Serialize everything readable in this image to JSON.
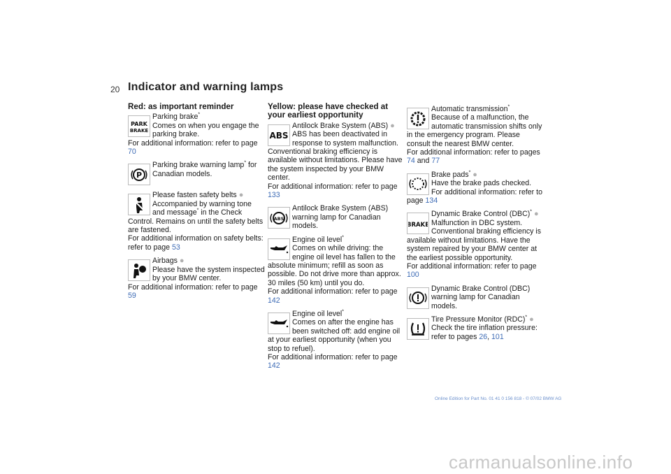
{
  "page": {
    "number": "20",
    "title": "Indicator and warning lamps"
  },
  "columns": {
    "red_heading": "Red: as important reminder",
    "yellow_heading": "Yellow: please have checked at your earliest opportunity"
  },
  "entries": {
    "parking_brake": {
      "icon": "park-brake-icon",
      "name": "Parking brake",
      "star": "*",
      "line1": "Comes on when you engage the parking brake.",
      "line2": "For additional information: refer to page",
      "page": "70"
    },
    "parking_brake_ca": {
      "icon": "circle-p-icon",
      "name": "Parking brake warning lamp",
      "star": "*",
      "text": "for Canadian models."
    },
    "seat_belts": {
      "icon": "seat-belt-icon",
      "name": "Please fasten safety belts",
      "dot": "●",
      "line1": "Accompanied by warning tone and message",
      "star": "*",
      "line2": "in the Check Control. Remains on until the safety belts are fastened.",
      "line3": "For additional information on safety belts: refer to page",
      "page": "53"
    },
    "airbags": {
      "icon": "airbag-icon",
      "name": "Airbags",
      "dot": "●",
      "line1": "Please have the system inspected by your BMW center.",
      "line2": "For additional information: refer to page",
      "page": "59"
    },
    "abs": {
      "icon": "abs-icon",
      "name": "Antilock Brake System (ABS)",
      "dot": "●",
      "line1": "ABS has been deactivated in response to system malfunction. Conventional braking efficiency is available without limitations. Please have the system inspected by your BMW center.",
      "line2": "For additional information: refer to page",
      "page": "133"
    },
    "abs_ca": {
      "icon": "abs-circle-icon",
      "text": "Antilock Brake System (ABS) warning lamp for Canadian models."
    },
    "oil_driving": {
      "icon": "oil-can-icon",
      "name": "Engine oil level",
      "star": "*",
      "line1": "Comes on while driving: the engine oil level has fallen to the absolute minimum; refill as soon as possible. Do not drive more than approx. 30 miles (50 km) until you do.",
      "line2": "For additional information: refer to page",
      "page": "142"
    },
    "oil_off": {
      "icon": "oil-can-icon",
      "name": "Engine oil level",
      "star": "*",
      "line1": "Comes on after the engine has been switched off: add engine oil at your earliest opportunity (when you stop to refuel).",
      "line2": "For additional information: refer to page",
      "page": "142"
    },
    "transmission": {
      "icon": "gear-warning-icon",
      "name": "Automatic transmission",
      "star": "*",
      "line1": "Because of a malfunction, the automatic transmission shifts only in the emergency program. Please consult the nearest BMW center.",
      "line2": "For additional information: refer to pages",
      "page_a": "74",
      "and": "and",
      "page_b": "77"
    },
    "brake_pads": {
      "icon": "brake-pads-icon",
      "name": "Brake pads",
      "star": "*",
      "dot": "●",
      "line1": "Have the brake pads checked.",
      "line2": "For additional information: refer to page",
      "page": "134"
    },
    "dbc": {
      "icon": "brake-text-icon",
      "name": "Dynamic Brake Control (DBC)",
      "star": "*",
      "dot": "●",
      "line1": "Malfunction in DBC system. Conventional braking efficiency is available without limitations. Have the system repaired by your BMW center at the earliest possible opportunity.",
      "line2": "For additional information: refer to page",
      "page": "100"
    },
    "dbc_ca": {
      "icon": "brake-warning-icon",
      "text": "Dynamic Brake Control (DBC) warning lamp for Canadian models."
    },
    "rdc": {
      "icon": "tire-pressure-icon",
      "name": "Tire Pressure Monitor (RDC)",
      "star": "*",
      "dot": "●",
      "line1": "Check the tire inflation pressure: refer to pages",
      "page_a": "26",
      "sep": ",",
      "page_b": "101"
    }
  },
  "footer": "Online Edition for Part No. 01 41 0 156 818 - © 07/02 BMW AG",
  "watermark": "carmanualsonline.info",
  "colors": {
    "link": "#3d6bb5",
    "footer": "#6a8fcc",
    "dot": "#b0b0b0"
  }
}
